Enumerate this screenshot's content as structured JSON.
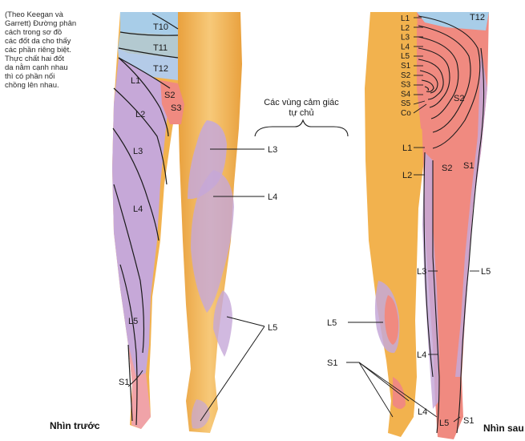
{
  "note_lines": [
    "(Theo Keegan và",
    "Garrett) Đường phân",
    "cách trong sơ đồ",
    "các đốt da cho thấy",
    "các phần riêng biệt.",
    "Thực chất hai đốt",
    "da nằm cạnh nhau",
    "thì có phần nối",
    "chồng lên nhau."
  ],
  "autonomous_title_line1": "Các vùng cảm giác",
  "autonomous_title_line2": "tự chủ",
  "front": {
    "caption": "Nhìn trước",
    "labels": {
      "t10": "T10",
      "t11": "T11",
      "t12": "T12",
      "l1": "L1",
      "l2": "L2",
      "l3": "L3",
      "l4": "L4",
      "l5": "L5",
      "s1": "S1",
      "s2": "S2",
      "s3": "S3"
    },
    "autonomous": {
      "l3": "L3",
      "l4": "L4",
      "l5": "L5"
    }
  },
  "back": {
    "caption": "Nhìn sau",
    "top_labels": [
      "L1",
      "L2",
      "L3",
      "L4",
      "L5",
      "S1",
      "S2",
      "S3",
      "S4",
      "S5",
      "Co"
    ],
    "labels": {
      "t12": "T12",
      "s2_upper": "S2",
      "l1": "L1",
      "l2": "L2",
      "s2_mid": "S2",
      "s1_mid": "S1",
      "l3": "L3",
      "l5_right": "L5",
      "l5_left": "L5",
      "s1_left": "S1",
      "l4": "L4",
      "l4_bottom": "L4",
      "l5_bottom": "L5",
      "s1_bottom": "S1"
    }
  },
  "colors": {
    "skin": "#f2b24e",
    "skin_light": "#f7cc7a",
    "thoracic": "#a8cde8",
    "lumbar": "#c6a8d8",
    "sacral": "#f08a80"
  }
}
